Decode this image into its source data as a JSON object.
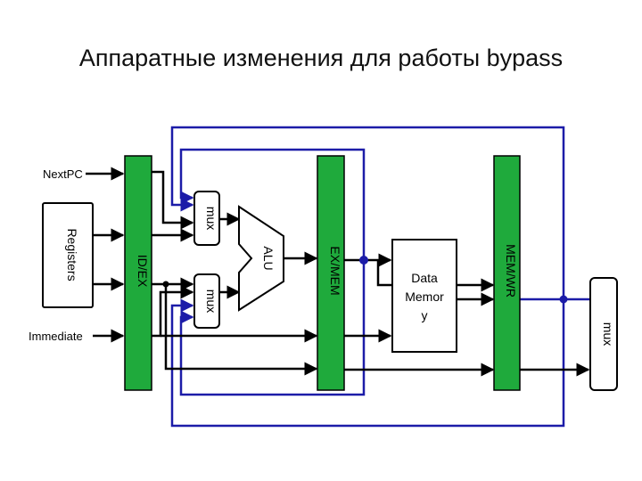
{
  "title": "Аппаратные изменения для работы bypass",
  "labels": {
    "nextpc": "NextPC",
    "immediate": "Immediate",
    "registers": "Registers",
    "id_ex": "ID/EX",
    "mux_top": "mux",
    "mux_bottom": "mux",
    "alu": "ALU",
    "ex_mem": "EX/MEM",
    "data_memory_line1": "Data",
    "data_memory_line2": "Memor",
    "data_memory_line3": "y",
    "mem_wr": "MEM/WR",
    "mux_out": "mux"
  },
  "colors": {
    "pipeline_register": "#1faa3c",
    "bypass_wire": "#1c1ca8",
    "wire": "#000000"
  }
}
